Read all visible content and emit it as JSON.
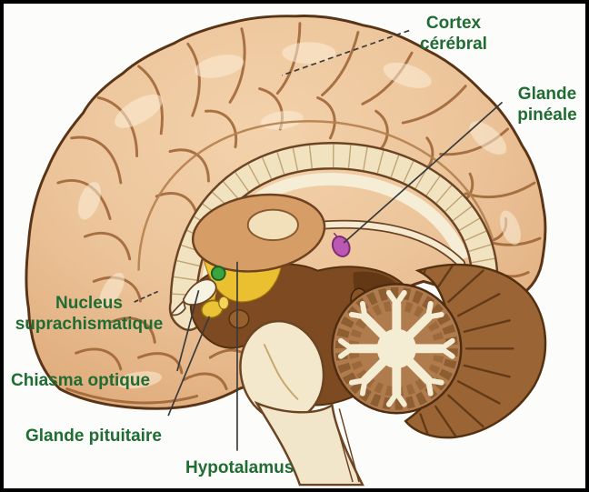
{
  "figure": {
    "description": "Mid-sagittal section of the human brain with endocrine and circadian structures (French labels)",
    "background_color": "#fcfcfa",
    "frame_color": "#000000",
    "label_text_color": "#206c33",
    "leader_line_color": "#3a3a3a"
  },
  "labels": {
    "cortex": {
      "line1": "Cortex",
      "line2": "cérébral"
    },
    "pineal": {
      "line1": "Glande",
      "line2": "pinéale"
    },
    "scn": {
      "line1": "Nucleus",
      "line2": "suprachismatique"
    },
    "chiasma": {
      "text": "Chiasma optique"
    },
    "pituitary": {
      "text": "Glande pituitaire"
    },
    "hypothalamus": {
      "text": "Hypotalamus"
    }
  },
  "highlighted_structures": [
    {
      "name": "hypothalamus",
      "color": "#eec431"
    },
    {
      "name": "suprachiasmatic-nucleus",
      "color": "#3ba43f"
    },
    {
      "name": "optic-chiasm",
      "color": "#f7f3e2"
    },
    {
      "name": "pituitary-gland",
      "color": "#eac336"
    },
    {
      "name": "pineal-gland",
      "color": "#bb58b4"
    }
  ]
}
